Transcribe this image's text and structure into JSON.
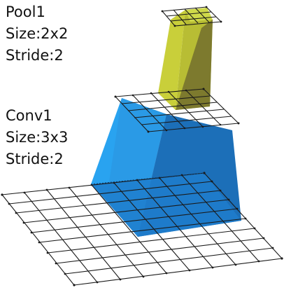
{
  "labels": {
    "pool": {
      "name": "Pool1",
      "size": "Size:2x2",
      "stride": "Stride:2"
    },
    "conv": {
      "name": "Conv1",
      "size": "Size:3x3",
      "stride": "Stride:2"
    }
  },
  "layers": {
    "input_grid": {
      "rows": 9,
      "cols": 9
    },
    "conv_grid": {
      "rows": 4,
      "cols": 4
    },
    "pool_grid": {
      "rows": 2,
      "cols": 2
    },
    "conv_receptive_field": "3x3",
    "pool_receptive_field": "2x2"
  },
  "colors": {
    "conv_volume_light": "#29a3f0",
    "conv_volume_dark": "#1c6fb8",
    "conv_volume_mid": "#2488d6",
    "pool_volume_light": "#c9cf3a",
    "pool_volume_dark": "#7d7a2e",
    "pool_volume_top": "#cfd94a",
    "grid_line": "#1a1a1a",
    "text": "#111111"
  }
}
